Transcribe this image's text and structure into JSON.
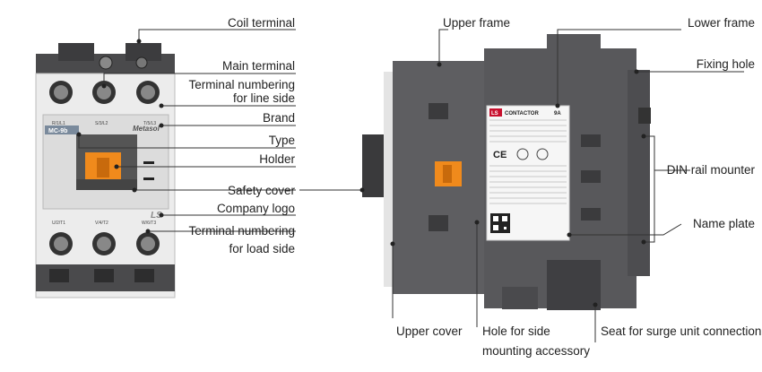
{
  "left_labels": {
    "coil_terminal": "Coil terminal",
    "main_terminal": "Main terminal",
    "terminal_numbering_line_1": "Terminal numbering",
    "terminal_numbering_line_2": "for line side",
    "brand": "Brand",
    "type": "Type",
    "holder": "Holder",
    "safety_cover": "Safety cover",
    "company_logo": "Company logo",
    "terminal_numbering_load_1": "Terminal numbering",
    "terminal_numbering_load_2": "for load side"
  },
  "right_labels": {
    "upper_frame": "Upper frame",
    "lower_frame": "Lower frame",
    "fixing_hole": "Fixing hole",
    "din_rail_mounter": "DIN rail mounter",
    "name_plate": "Name plate",
    "upper_cover": "Upper cover",
    "hole_side_1": "Hole for side",
    "hole_side_2": "mounting accessory",
    "seat_surge": "Seat for surge unit connection"
  },
  "device_front": {
    "terminal_top_1": "R/1/L1",
    "terminal_top_2": "S/3/L2",
    "terminal_top_3": "T/5/L3",
    "brand": "Metasol",
    "type": "MC-9b",
    "logo": "LS",
    "terminal_bot_1": "U/2/T1",
    "terminal_bot_2": "V/4/T2",
    "terminal_bot_3": "W/6/T3"
  },
  "name_plate": {
    "logo": "LS",
    "product": "CONTACTOR",
    "rating": "9A",
    "ce": "CE"
  },
  "colors": {
    "housing_light": "#e9e9e9",
    "housing_dark": "#5d5d60",
    "holder_orange": "#f08a1c",
    "line": "#333333",
    "brand_red": "#c8102e"
  }
}
